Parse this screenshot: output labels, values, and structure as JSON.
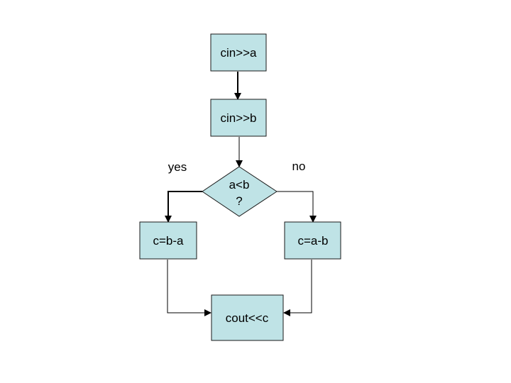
{
  "nodes": {
    "read_a": "cin>>a",
    "read_b": "cin>>b",
    "decision_line1": "a<b",
    "decision_line2": "?",
    "yes_action": "c=b-a",
    "no_action": "c=a-b",
    "output": "cout<<c"
  },
  "branches": {
    "yes": "yes",
    "no": "no"
  },
  "colors": {
    "node_fill": "#bfe3e6",
    "stroke": "#1a1a1a"
  }
}
